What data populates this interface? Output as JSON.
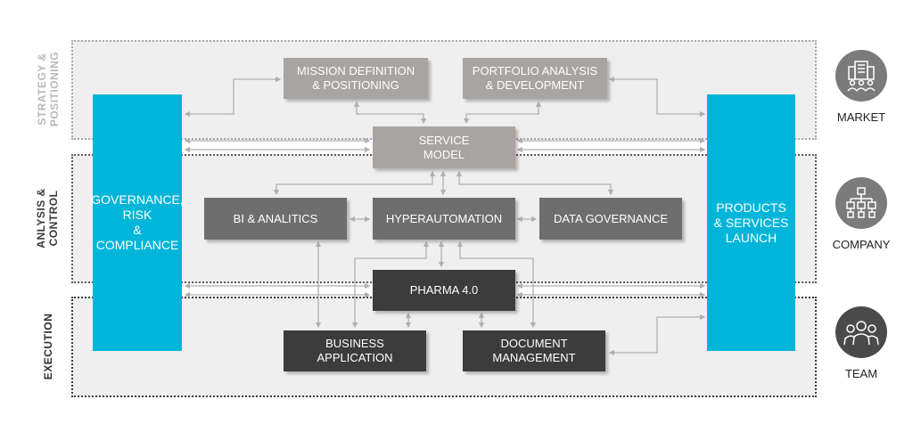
{
  "bands": {
    "strategy": "STRATEGY &\nPOSITIONING",
    "analysis": "ANLYSIS &\nCONTROL",
    "execution": "EXECUTION"
  },
  "boxes": {
    "governance": "GOVERNANCE,\nRISK\n&\nCOMPLIANCE",
    "products": "PRODUCTS\n& SERVICES\nLAUNCH",
    "mission": "MISSION DEFINITION\n& POSITIONING",
    "portfolio": "PORTFOLIO ANALYSIS\n& DEVELOPMENT",
    "service": "SERVICE\nMODEL",
    "bi": "BI & ANALITICS",
    "hyper": "HYPERAUTOMATION",
    "datagov": "DATA GOVERNANCE",
    "pharma": "PHARMA 4.0",
    "business": "BUSINESS\nAPPLICATION",
    "document": "DOCUMENT\nMANAGEMENT"
  },
  "right": {
    "market": "MARKET",
    "company": "COMPANY",
    "team": "TEAM"
  },
  "icons": {
    "market": "building-people-icon",
    "company": "org-chart-icon",
    "team": "team-people-icon"
  },
  "colors": {
    "cyan": "#00b5d9",
    "light_box": "#a8a4a1",
    "mid_box": "#6e6e6e",
    "dark_box": "#3c3c3c",
    "connector": "#b0b0b0"
  }
}
